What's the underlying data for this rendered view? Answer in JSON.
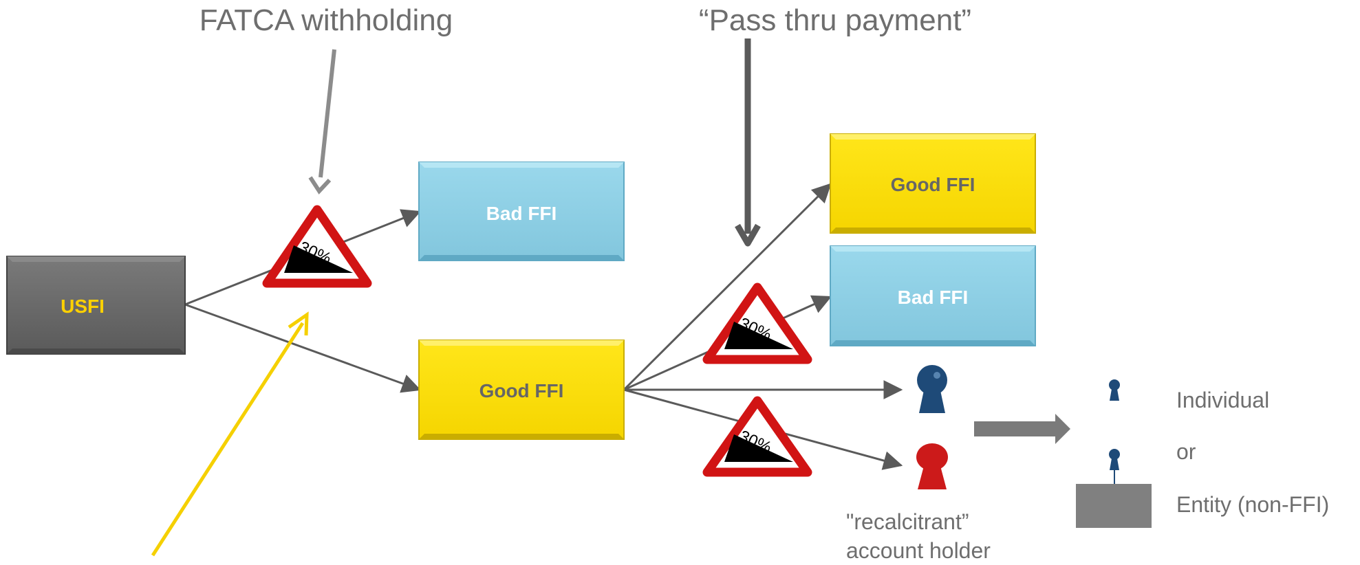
{
  "labels": {
    "fatca_withholding": "FATCA withholding",
    "pass_thru": "“Pass thru payment”",
    "recalcitrant_line1": "\"recalcitrant”",
    "recalcitrant_line2": "account holder",
    "individual": "Individual",
    "or": "or",
    "entity": "Entity (non-FFI)"
  },
  "boxes": {
    "usfi": "USFI",
    "bad_ffi_top": "Bad FFI",
    "good_ffi_center": "Good FFI",
    "good_ffi_right": "Good FFI",
    "bad_ffi_right": "Bad FFI"
  },
  "sign_text": "30%",
  "colors": {
    "gray_box": "#6d6d6d",
    "gray_box_dark": "#4a4a4a",
    "usfi_text": "#ffd100",
    "blue_box": "#8ecfe5",
    "blue_box_dark": "#5fa9c4",
    "yellow_box": "#ffe000",
    "yellow_box_dark": "#c9ad00",
    "good_ffi_text": "#666666",
    "bad_ffi_text": "#ffffff",
    "arrow": "#5a5a5a",
    "yellow_arrow": "#f5d000",
    "sign_red": "#d11414",
    "person_blue": "#1e4a78",
    "person_red": "#cc1a1a",
    "entity_gray": "#808080",
    "label_text": "#6e6e6e"
  }
}
